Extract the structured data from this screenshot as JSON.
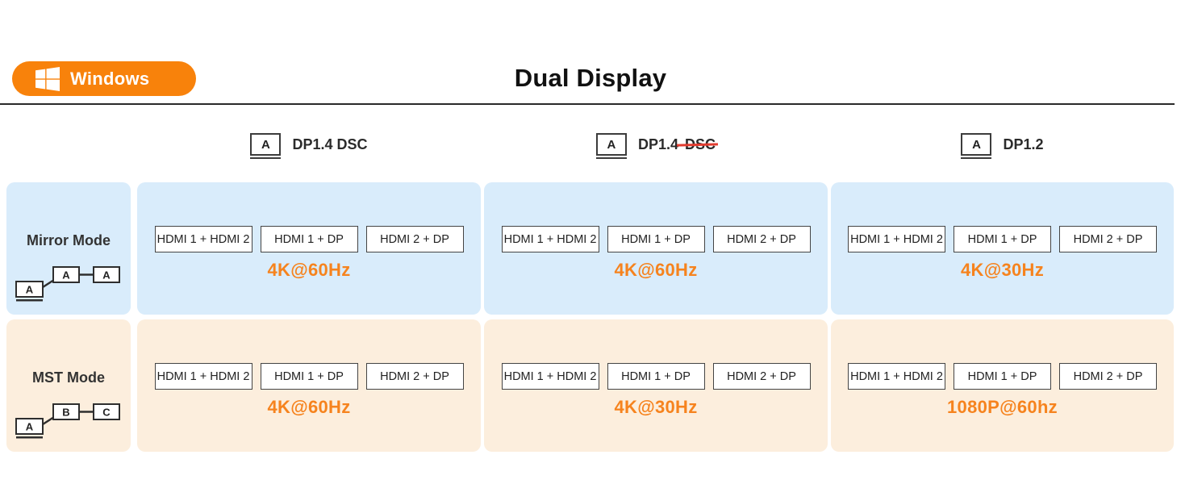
{
  "page": {
    "title": "Dual Display"
  },
  "platform_badge": {
    "label": "Windows",
    "icon": "windows-logo",
    "color": "#F8820B"
  },
  "colors": {
    "badge_orange": "#F8820B",
    "accent_orange": "#F6831E",
    "mirror_row_bg": "#D9ECFB",
    "mst_row_bg": "#FCEEDD",
    "strike_red": "#E23C30"
  },
  "columns": [
    {
      "icon_label": "A",
      "title": "DP1.4 DSC"
    },
    {
      "icon_label": "A",
      "title": "DP1.4",
      "struck_suffix": "DSC"
    },
    {
      "icon_label": "A",
      "title": "DP1.2"
    }
  ],
  "rows": [
    {
      "name": "Mirror Mode",
      "diagram": {
        "source": "A",
        "display1": "A",
        "display2": "A"
      },
      "cells": [
        {
          "combos": [
            "HDMI 1 + HDMI 2",
            "HDMI 1 + DP",
            "HDMI 2 + DP"
          ],
          "resolution": "4K@60Hz"
        },
        {
          "combos": [
            "HDMI 1 + HDMI 2",
            "HDMI 1 + DP",
            "HDMI 2 + DP"
          ],
          "resolution": "4K@60Hz"
        },
        {
          "combos": [
            "HDMI 1 + HDMI 2",
            "HDMI 1 + DP",
            "HDMI 2 + DP"
          ],
          "resolution": "4K@30Hz"
        }
      ]
    },
    {
      "name": "MST Mode",
      "diagram": {
        "source": "A",
        "display1": "B",
        "display2": "C"
      },
      "cells": [
        {
          "combos": [
            "HDMI 1 + HDMI 2",
            "HDMI 1 + DP",
            "HDMI 2 + DP"
          ],
          "resolution": "4K@60Hz"
        },
        {
          "combos": [
            "HDMI 1 + HDMI 2",
            "HDMI 1 + DP",
            "HDMI 2 + DP"
          ],
          "resolution": "4K@30Hz"
        },
        {
          "combos": [
            "HDMI 1 + HDMI 2",
            "HDMI 1 + DP",
            "HDMI 2 + DP"
          ],
          "resolution": "1080P@60hz"
        }
      ]
    }
  ]
}
